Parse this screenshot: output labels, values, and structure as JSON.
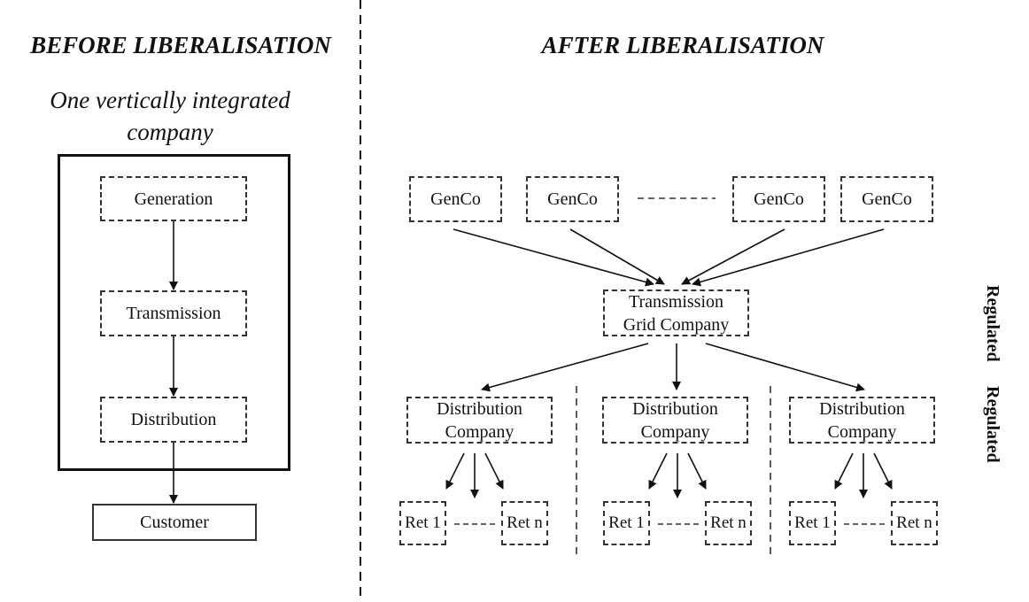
{
  "left": {
    "heading": "BEFORE LIBERALISATION",
    "subtitle_line1": "One vertically integrated",
    "subtitle_line2": "company",
    "generation": "Generation",
    "transmission": "Transmission",
    "distribution": "Distribution",
    "customer": "Customer"
  },
  "right": {
    "heading": "AFTER LIBERALISATION",
    "genco": [
      "GenCo",
      "GenCo",
      "GenCo",
      "GenCo"
    ],
    "tso_line1": "Transmission",
    "tso_line2": "Grid Company",
    "dso_line1": "Distribution",
    "dso_line2": "Company",
    "ret1": "Ret 1",
    "retn": "Ret n",
    "side_labels": [
      "Regulated",
      "Regulated"
    ]
  }
}
